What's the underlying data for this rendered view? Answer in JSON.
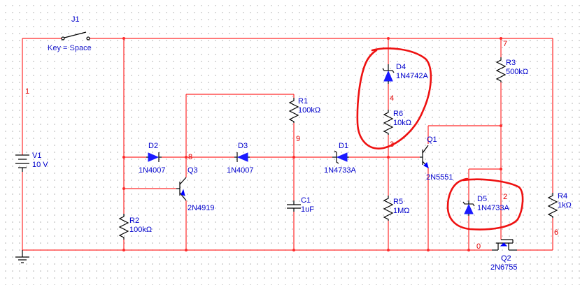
{
  "switch": {
    "ref": "J1",
    "key": "Key = Space"
  },
  "source": {
    "ref": "V1",
    "value": "10 V"
  },
  "resistors": {
    "R1": {
      "ref": "R1",
      "value": "100kΩ"
    },
    "R2": {
      "ref": "R2",
      "value": "100kΩ"
    },
    "R3": {
      "ref": "R3",
      "value": "500kΩ"
    },
    "R4": {
      "ref": "R4",
      "value": "1kΩ"
    },
    "R5": {
      "ref": "R5",
      "value": "1MΩ"
    },
    "R6": {
      "ref": "R6",
      "value": "10kΩ"
    }
  },
  "capacitor": {
    "ref": "C1",
    "value": "1uF"
  },
  "diodes": {
    "D1": {
      "ref": "D1",
      "value": "1N4733A"
    },
    "D2": {
      "ref": "D2",
      "value": "1N4007"
    },
    "D3": {
      "ref": "D3",
      "value": "1N4007"
    },
    "D4": {
      "ref": "D4",
      "value": "1N4742A"
    },
    "D5": {
      "ref": "D5",
      "value": "1N4733A"
    }
  },
  "transistors": {
    "Q1": {
      "ref": "Q1",
      "value": "2N5551"
    },
    "Q2": {
      "ref": "Q2",
      "value": "2N6755"
    },
    "Q3": {
      "ref": "Q3",
      "value": "2N4919"
    }
  },
  "nets": {
    "n1": "1",
    "n2": "2",
    "n3": "3",
    "n4": "4",
    "n6": "6",
    "n7": "7",
    "n8": "8",
    "n9": "9",
    "n0": "0"
  },
  "colors": {
    "wire": "#ff2a2a",
    "component": "#000000",
    "label": "#1a1acc",
    "net_label": "#e00000",
    "annotation": "#ee1111",
    "grid_dot": "#b8b8b8"
  }
}
